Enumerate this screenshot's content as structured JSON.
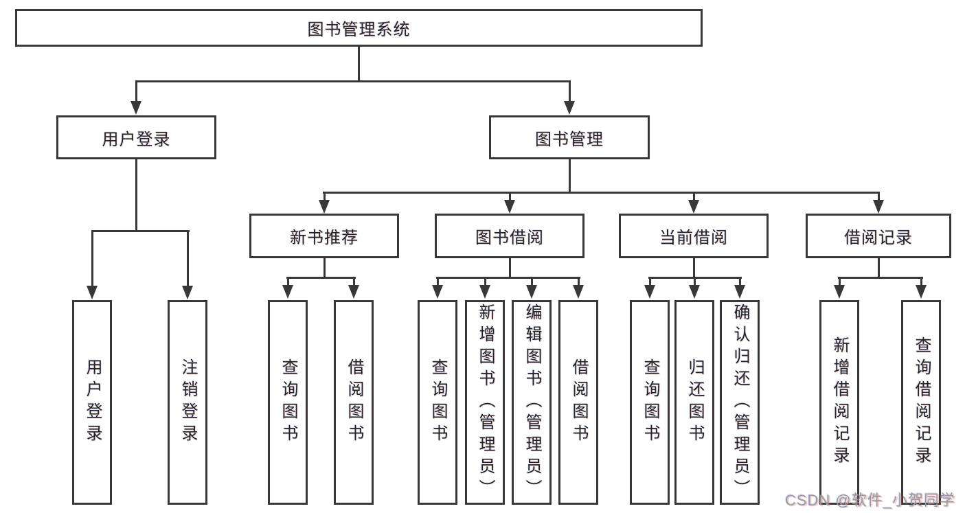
{
  "tree": {
    "root": "图书管理系统",
    "user_login": {
      "label": "用户登录",
      "children": [
        "用户登录",
        "注销登录"
      ]
    },
    "book_management": {
      "label": "图书管理",
      "sections": [
        {
          "label": "新书推荐",
          "children": [
            "查询图书",
            "借阅图书"
          ]
        },
        {
          "label": "图书借阅",
          "children": [
            "查询图书",
            "新增图书（管理员）",
            "编辑图书（管理员）",
            "借阅图书"
          ]
        },
        {
          "label": "当前借阅",
          "children": [
            "查询图书",
            "归还图书",
            "确认归还（管理员）"
          ]
        },
        {
          "label": "借阅记录",
          "children": [
            "新增借阅记录",
            "查询借阅记录"
          ]
        }
      ]
    }
  },
  "watermark": "CSDN @软件_小贺同学",
  "colors": {
    "line": "#383838",
    "text": "#242424",
    "background": "#ffffff",
    "watermark": "#9a9a9a"
  }
}
